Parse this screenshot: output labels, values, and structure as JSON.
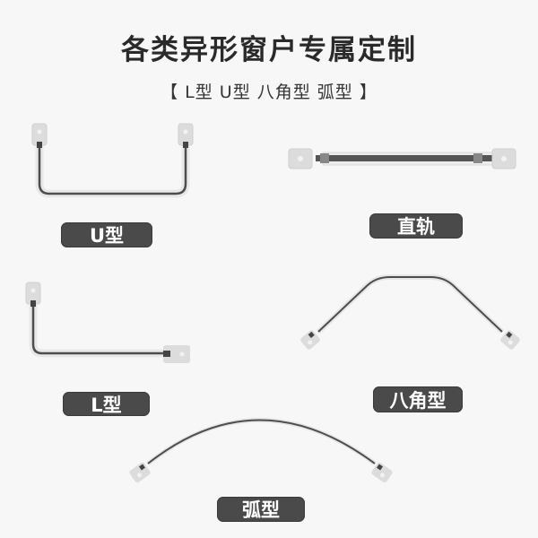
{
  "header": {
    "title": "各类异形窗户专属定制",
    "subtitle": "【 L型  U型  八角型  弧型 】"
  },
  "products": [
    {
      "id": "u",
      "label": "U型"
    },
    {
      "id": "straight",
      "label": "直轨"
    },
    {
      "id": "l",
      "label": "L型"
    },
    {
      "id": "octagonal",
      "label": "八角型"
    },
    {
      "id": "arc",
      "label": "弧型"
    }
  ],
  "colors": {
    "background": "#f7f7f7",
    "label_bg": "#4a4a4a",
    "label_text": "#ffffff",
    "rail": "#4d4d4d",
    "rail_sleeve": "#e6e6e6",
    "bracket": "#dcdcdc"
  }
}
